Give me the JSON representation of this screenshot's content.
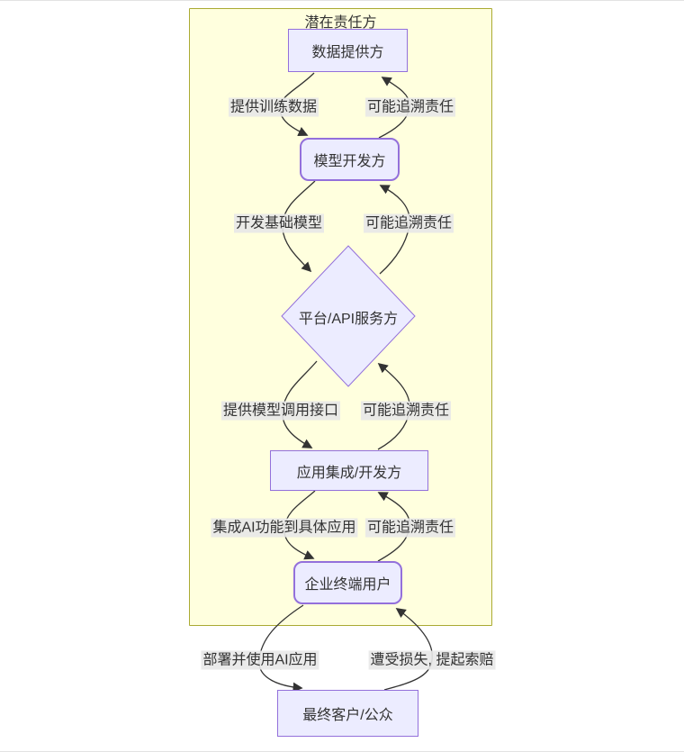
{
  "diagram": {
    "type": "flowchart",
    "direction": "top-down",
    "subgraph": {
      "title": "潜在责任方"
    },
    "nodes": [
      {
        "id": "data-provider",
        "label": "数据提供方",
        "shape": "rect"
      },
      {
        "id": "model-developer",
        "label": "模型开发方",
        "shape": "rounded-rect"
      },
      {
        "id": "platform-api",
        "label": "平台/API服务方",
        "shape": "diamond"
      },
      {
        "id": "app-integrator",
        "label": "应用集成/开发方",
        "shape": "rect"
      },
      {
        "id": "enterprise-user",
        "label": "企业终端用户",
        "shape": "rounded-rect"
      },
      {
        "id": "end-customer",
        "label": "最终客户/公众",
        "shape": "rect"
      }
    ],
    "edges": [
      {
        "from": "数据提供方",
        "to": "模型开发方",
        "label": "提供训练数据"
      },
      {
        "from": "模型开发方",
        "to": "数据提供方",
        "label": "可能追溯责任"
      },
      {
        "from": "模型开发方",
        "to": "平台/API服务方",
        "label": "开发基础模型"
      },
      {
        "from": "平台/API服务方",
        "to": "模型开发方",
        "label": "可能追溯责任"
      },
      {
        "from": "平台/API服务方",
        "to": "应用集成/开发方",
        "label": "提供模型调用接口"
      },
      {
        "from": "应用集成/开发方",
        "to": "平台/API服务方",
        "label": "可能追溯责任"
      },
      {
        "from": "应用集成/开发方",
        "to": "企业终端用户",
        "label": "集成AI功能到具体应用"
      },
      {
        "from": "企业终端用户",
        "to": "应用集成/开发方",
        "label": "可能追溯责任"
      },
      {
        "from": "企业终端用户",
        "to": "最终客户/公众",
        "label": "部署并使用AI应用"
      },
      {
        "from": "最终客户/公众",
        "to": "企业终端用户",
        "label": "遭受损失, 提起索赔"
      }
    ],
    "colors": {
      "node_fill": "#ECECFF",
      "node_border": "#9370DB",
      "subgraph_fill": "#FFFFDE",
      "subgraph_border": "#AAAA33",
      "edge_line": "#333333",
      "edge_label_bg": "#E8E8E8",
      "text": "#333333",
      "page_background": "#FFFFFF"
    }
  }
}
